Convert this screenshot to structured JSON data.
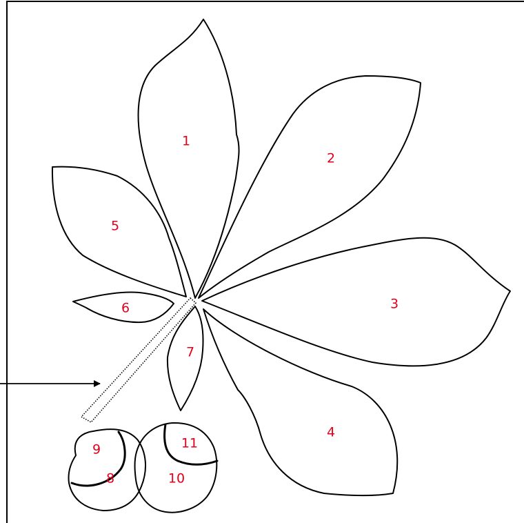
{
  "colors": {
    "outline": "#000000",
    "label": "#e3001b",
    "background": "#ffffff"
  },
  "diagram": {
    "parts": [
      {
        "id": "leaflet-1",
        "number": "1"
      },
      {
        "id": "leaflet-2",
        "number": "2"
      },
      {
        "id": "leaflet-3",
        "number": "3"
      },
      {
        "id": "leaflet-4",
        "number": "4"
      },
      {
        "id": "leaflet-5",
        "number": "5"
      },
      {
        "id": "leaflet-6",
        "number": "6"
      },
      {
        "id": "leaflet-7",
        "number": "7"
      },
      {
        "id": "conker-left",
        "number": "8"
      },
      {
        "id": "conker-left-cap",
        "number": "9"
      },
      {
        "id": "conker-right",
        "number": "10"
      },
      {
        "id": "conker-right-cap",
        "number": "11"
      }
    ]
  }
}
